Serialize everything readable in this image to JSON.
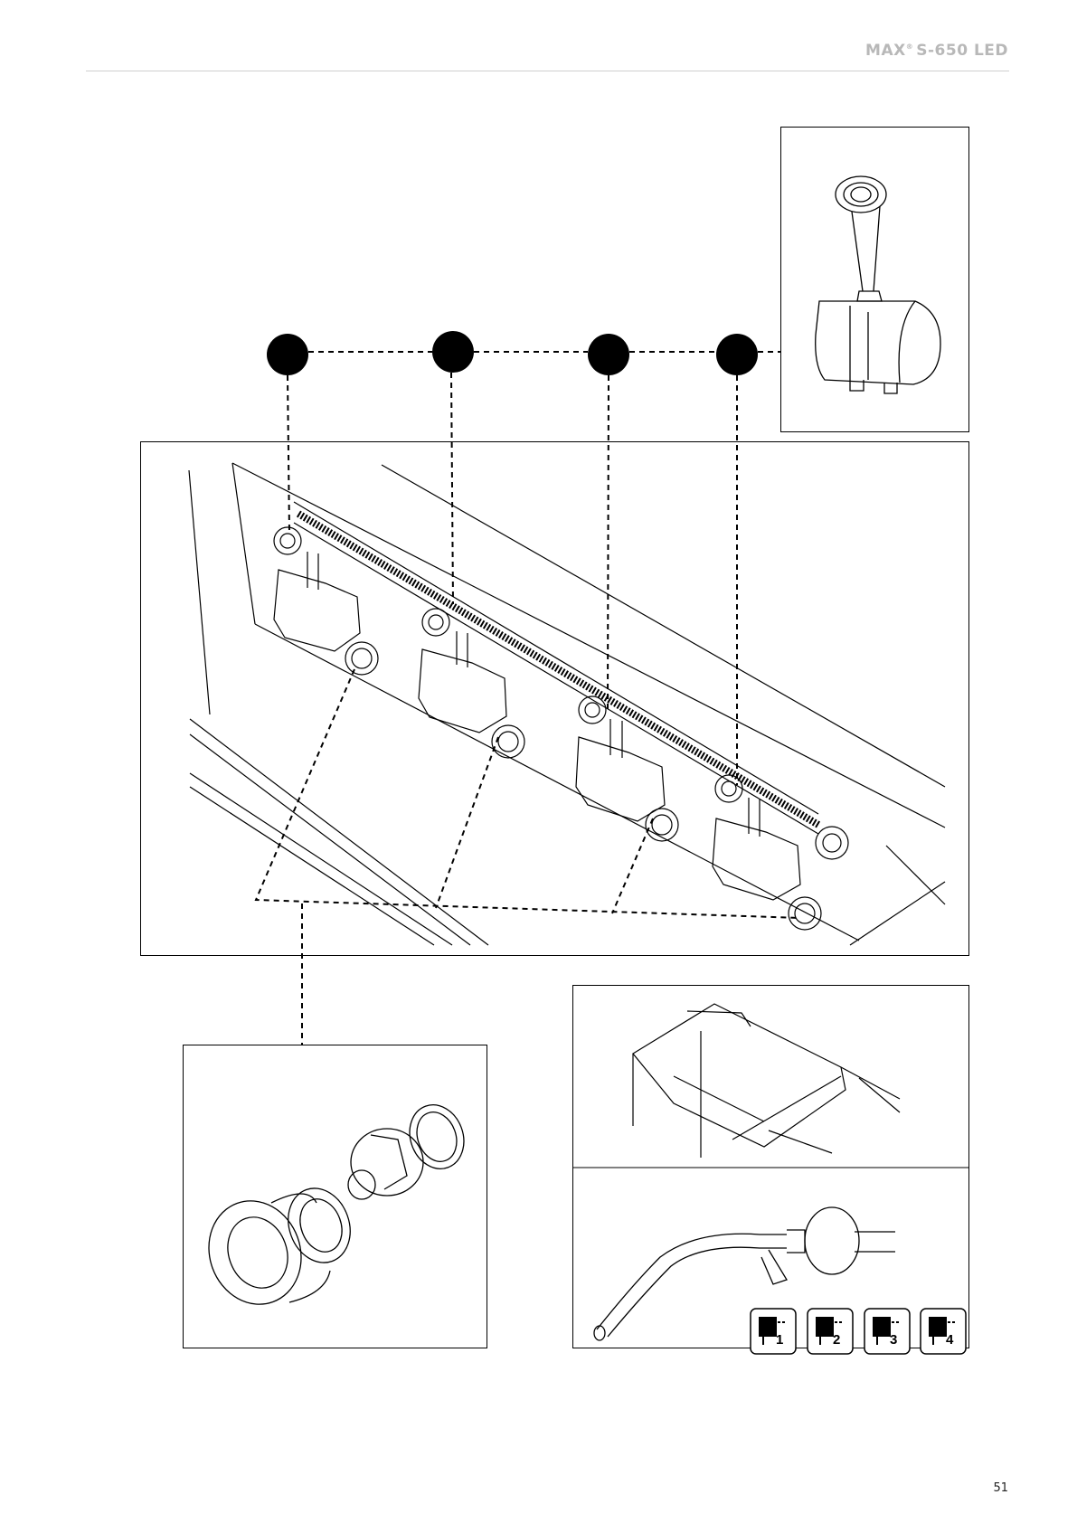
{
  "header": {
    "brand": "MAX",
    "registered": "®",
    "model": "S-650 LED"
  },
  "page_number": "51",
  "pump_markers": [
    "",
    "",
    "",
    ""
  ],
  "outlet_icons": [
    {
      "icon": "pump-outlet-icon",
      "label": "1"
    },
    {
      "icon": "pump-outlet-icon",
      "label": "2"
    },
    {
      "icon": "pump-outlet-icon",
      "label": "3"
    },
    {
      "icon": "pump-outlet-icon",
      "label": "4"
    }
  ],
  "colors": {
    "header_text": "#b8b8b8",
    "rule": "#cfcfcf",
    "line": "#000000"
  }
}
